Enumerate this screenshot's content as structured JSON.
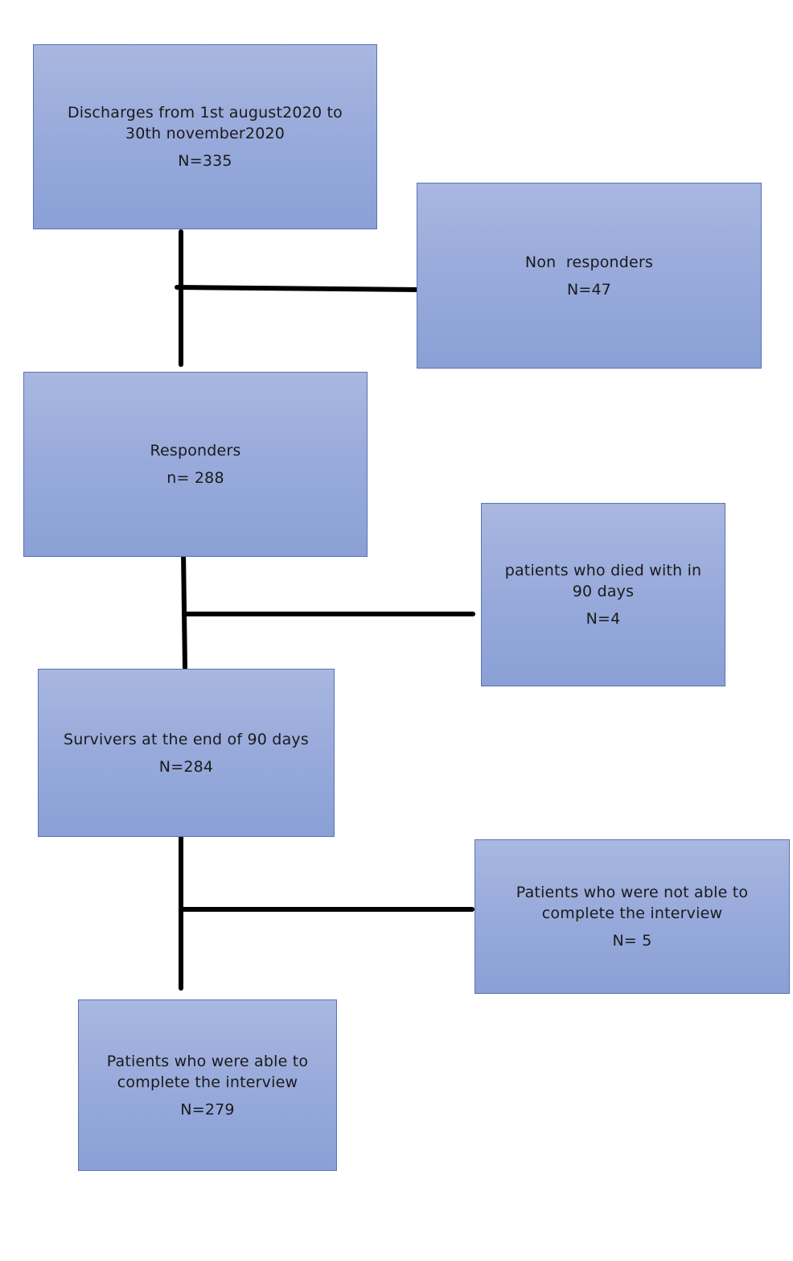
{
  "flowchart": {
    "discharges": {
      "line1": "Discharges from 1st august2020 to",
      "line2": "30th november2020",
      "count": "N=335"
    },
    "non_responders": {
      "label": "Non  responders",
      "count": "N=47"
    },
    "responders": {
      "label": "Responders",
      "count": "n= 288"
    },
    "died": {
      "line1": "patients who died with in",
      "line2": "90 days",
      "count": "N=4"
    },
    "survivors": {
      "label": "Survivers at the end of 90 days",
      "count": "N=284"
    },
    "not_able": {
      "line1": "Patients who were not able to",
      "line2": "complete the interview",
      "count": "N= 5"
    },
    "able": {
      "line1": "Patients who were able to",
      "line2": "complete the interview",
      "count": "N=279"
    }
  },
  "colors": {
    "box_fill_top": "#a9b7e0",
    "box_fill_bottom": "#8aa0d6",
    "box_border": "#5b73b5",
    "connector": "#000000"
  }
}
